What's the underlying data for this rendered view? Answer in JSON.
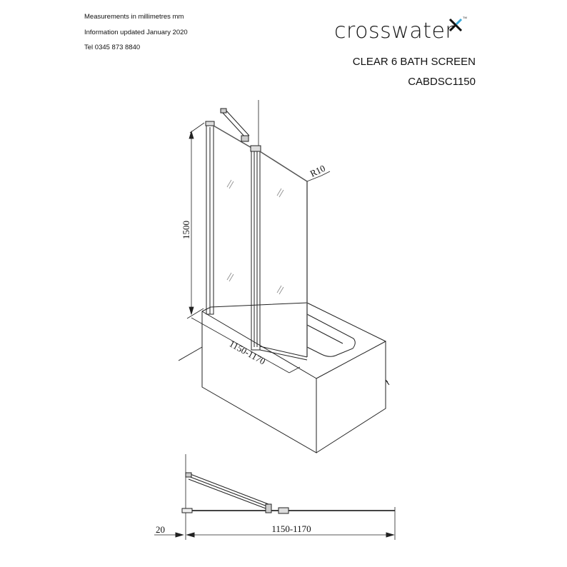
{
  "header": {
    "info_lines": [
      "Measurements in millimetres mm",
      "Information updated January 2020",
      "Tel  0345 873 8840"
    ],
    "brand": {
      "name": "crosswater",
      "trademark": "TM",
      "accent_color": "#3aa8d8"
    },
    "product_name": "CLEAR 6  BATH SCREEN",
    "product_code": "CABDSC1150"
  },
  "isometric_view": {
    "height_dimension": "1500",
    "width_dimension": "1150-1170",
    "radius_label": "R10"
  },
  "plan_view": {
    "offset_dimension": "20",
    "width_dimension": "1150-1170"
  }
}
